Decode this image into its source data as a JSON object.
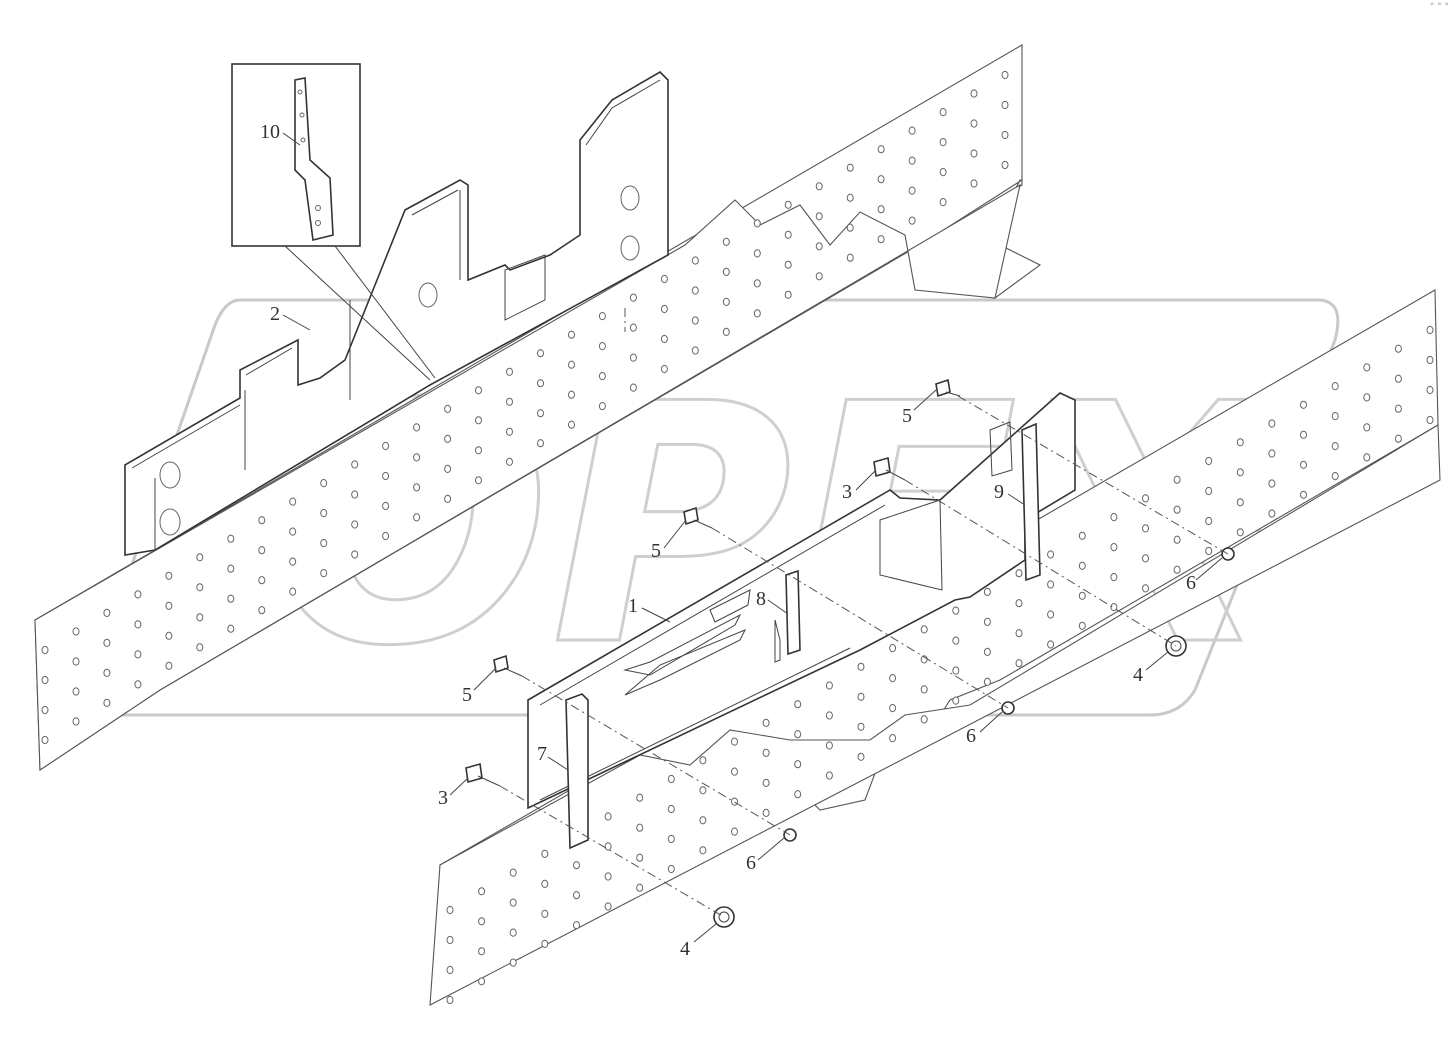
{
  "diagram": {
    "watermark_text": "OPEX",
    "corner_mark": "° ° °",
    "callouts": [
      {
        "id": "c10",
        "label": "10"
      },
      {
        "id": "c2",
        "label": "2"
      },
      {
        "id": "c1",
        "label": "1"
      },
      {
        "id": "c8",
        "label": "8"
      },
      {
        "id": "c9",
        "label": "9"
      },
      {
        "id": "c7",
        "label": "7"
      },
      {
        "id": "c5a",
        "label": "5"
      },
      {
        "id": "c5b",
        "label": "5"
      },
      {
        "id": "c5c",
        "label": "5"
      },
      {
        "id": "c3a",
        "label": "3"
      },
      {
        "id": "c3b",
        "label": "3"
      },
      {
        "id": "c6a",
        "label": "6"
      },
      {
        "id": "c6b",
        "label": "6"
      },
      {
        "id": "c6c",
        "label": "6"
      },
      {
        "id": "c4a",
        "label": "4"
      },
      {
        "id": "c4b",
        "label": "4"
      }
    ]
  }
}
